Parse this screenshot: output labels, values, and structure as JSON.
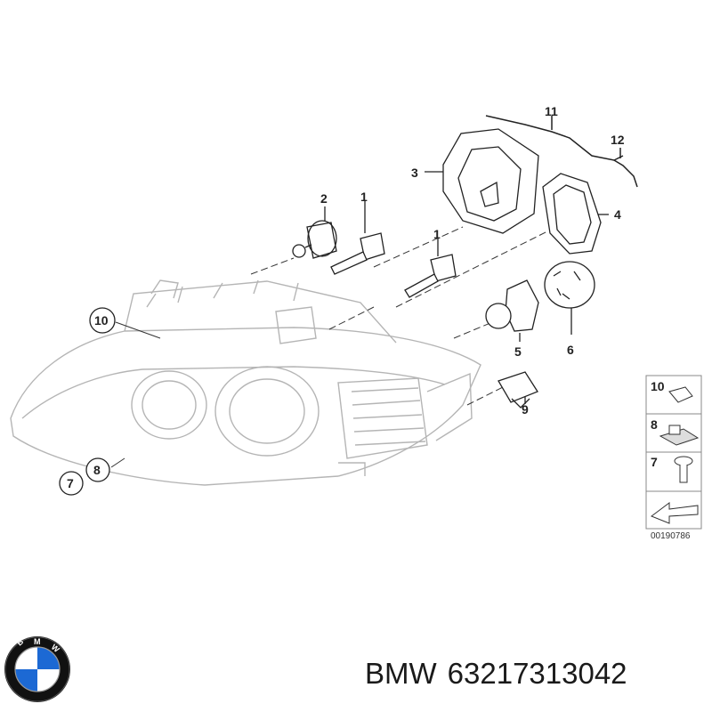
{
  "caption": {
    "brand": "BMW",
    "part_number": "63217313042"
  },
  "logo": {
    "letters": "BMW",
    "colors": {
      "blue": "#1c69d4",
      "ring": "#111111"
    }
  },
  "diagram": {
    "reference_code": "00190786",
    "callouts": {
      "c1a": "1",
      "c1b": "1",
      "c2": "2",
      "c3": "3",
      "c4": "4",
      "c5": "5",
      "c6": "6",
      "c7": "7",
      "c8": "8",
      "c9": "9",
      "c10": "10",
      "c11": "11",
      "c12": "12"
    },
    "legend": [
      {
        "label": "10"
      },
      {
        "label": "8"
      },
      {
        "label": "7"
      }
    ]
  }
}
